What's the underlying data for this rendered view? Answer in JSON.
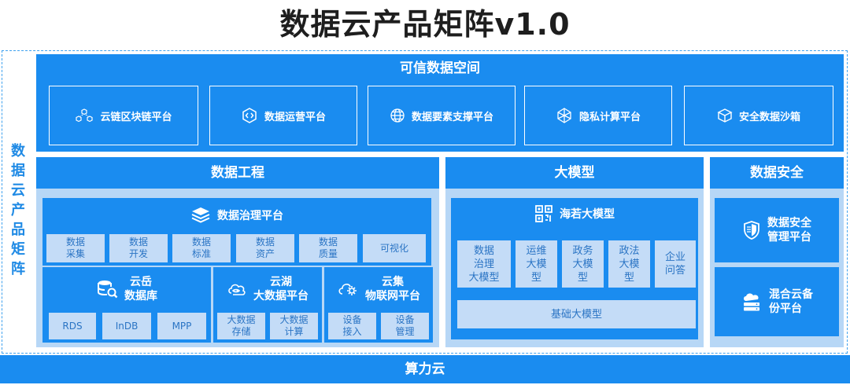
{
  "title": "数据云产品矩阵v1.0",
  "side_label": [
    "数",
    "据",
    "云",
    "产",
    "品",
    "矩",
    "阵"
  ],
  "top_band": {
    "title": "可信数据空间",
    "items": [
      {
        "label": "云链区块链平台",
        "icon": "blockchain-cubes-icon"
      },
      {
        "label": "数据运营平台",
        "icon": "hexagon-arrows-icon"
      },
      {
        "label": "数据要素支撑平台",
        "icon": "globe-network-icon"
      },
      {
        "label": "隐私计算平台",
        "icon": "privacy-compute-icon"
      },
      {
        "label": "安全数据沙箱",
        "icon": "sandbox-box-icon"
      }
    ]
  },
  "data_engineering": {
    "title": "数据工程",
    "governance": {
      "title": "数据治理平台",
      "chips": [
        "数据\n采集",
        "数据\n开发",
        "数据\n标准",
        "数据\n资产",
        "数据\n质量",
        "可视化"
      ]
    },
    "yunyue": {
      "title": "云岳\n数据库",
      "chips": [
        "RDS",
        "InDB",
        "MPP"
      ]
    },
    "yunhu": {
      "title": "云湖\n大数据平台",
      "chips": [
        "大数据\n存储",
        "大数据\n计算"
      ]
    },
    "yunji": {
      "title": "云集\n物联网平台",
      "chips": [
        "设备\n接入",
        "设备\n管理"
      ]
    }
  },
  "large_model": {
    "title": "大模型",
    "panel_title": "海若大模型",
    "chips": [
      "数据\n治理\n大模型",
      "运维\n大模\n型",
      "政务\n大模\n型",
      "政法\n大模\n型",
      "企业\n问答"
    ],
    "base": "基础大模型"
  },
  "data_security": {
    "title": "数据安全",
    "items": [
      "数据安全\n管理平台",
      "混合云备\n份平台"
    ]
  },
  "bottom": "算力云",
  "colors": {
    "primary": "#1a8cf0",
    "light": "#b7d7f6",
    "chip": "#c4dcf7",
    "chip_text": "#2a74c4",
    "side_text": "#1f8ae5"
  }
}
